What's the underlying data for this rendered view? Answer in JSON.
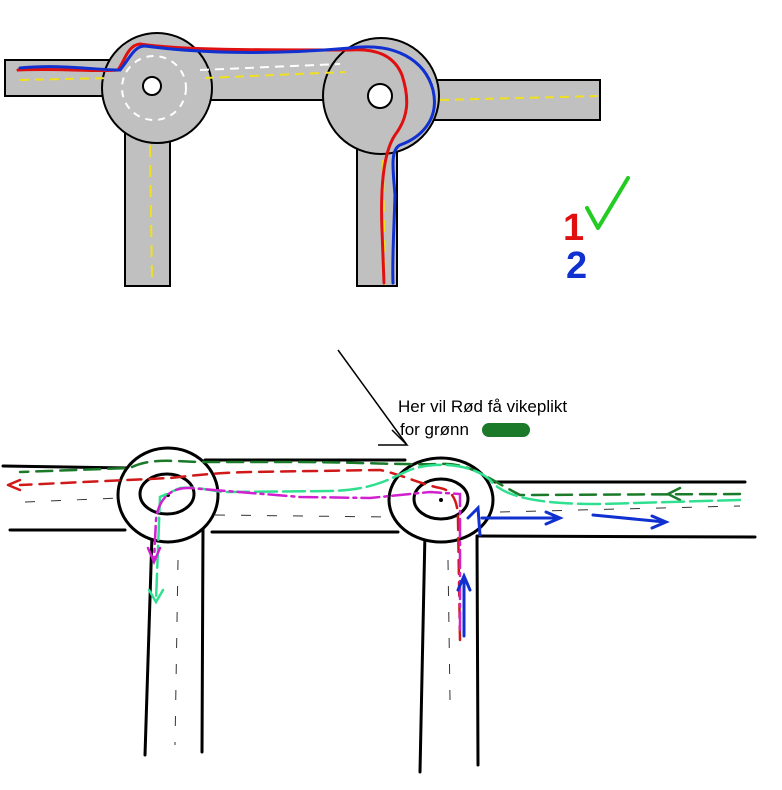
{
  "top_diagram": {
    "legend": {
      "route1_number": "1",
      "route2_number": "2",
      "route1_color": "#e01010",
      "route2_color": "#1030d0",
      "check_color": "#22cc22",
      "check_icon": "check-mark-icon"
    },
    "colors": {
      "road": "#c0c0c0",
      "road_edge": "#000000",
      "lane_marking_white": "#ffffff",
      "lane_marking_yellow": "#f0e020"
    }
  },
  "bottom_diagram": {
    "annotation": {
      "line1": "Her vil Rød få vikeplikt",
      "line2": "for grønn",
      "green_marker_color": "#1a7a2a"
    },
    "colors": {
      "red_route": "#d01818",
      "dark_green_route": "#1a7a2a",
      "light_green_route": "#30e090",
      "magenta_route": "#d020d0",
      "blue_route": "#1030d0"
    }
  }
}
